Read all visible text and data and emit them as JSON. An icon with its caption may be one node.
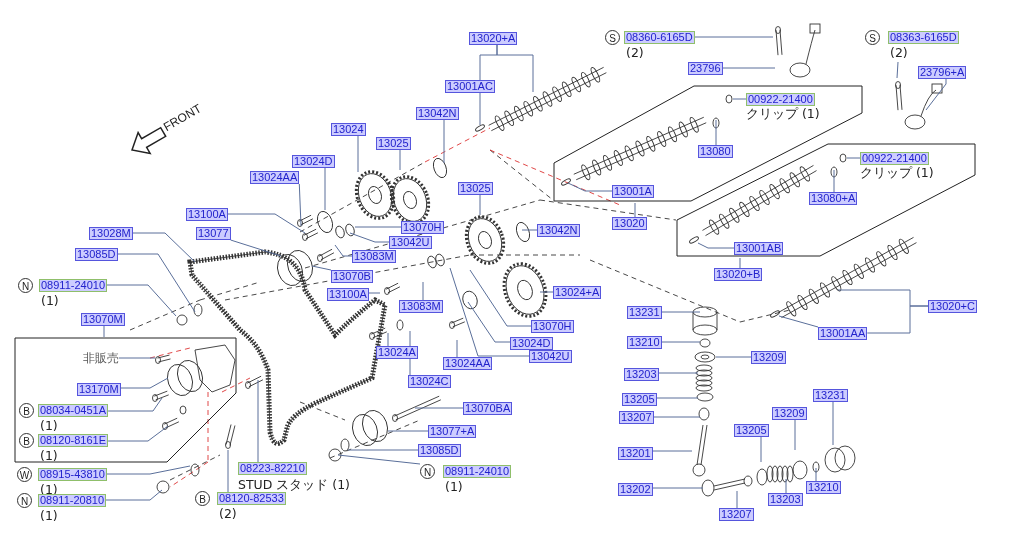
{
  "diagram": {
    "nodes": [
      {
        "text": [
          "13020+A"
        ]
      },
      {
        "text": [
          "13001AC"
        ]
      },
      {
        "text": [
          "S"
        ]
      },
      {
        "text": [
          "08360-6165D"
        ],
        "beside": [
          "(2)"
        ]
      },
      {
        "text": [
          "23796"
        ]
      },
      {
        "text": [
          "S"
        ]
      },
      {
        "text": [
          "08363-6165D"
        ],
        "beside": [
          "(2)"
        ]
      },
      {
        "text": [
          "23796+A"
        ]
      },
      {
        "text": [
          "13042N"
        ]
      },
      {
        "text": [
          "13024"
        ]
      },
      {
        "text": [
          "13025"
        ]
      },
      {
        "text": [],
        "shape": "box"
      },
      {
        "text": [
          "00922-21400"
        ],
        "beside": [
          "クリップ (1)"
        ],
        "in": 11
      },
      {
        "text": [
          "13080"
        ],
        "in": 11
      },
      {
        "text": [
          "13001A"
        ],
        "in": 11
      },
      {
        "text": [
          "13020"
        ]
      },
      {
        "text": [
          "13024D"
        ]
      },
      {
        "text": [
          "13024AA"
        ]
      },
      {
        "text": [
          "13025"
        ]
      },
      {
        "text": [
          "13100A"
        ]
      },
      {
        "text": [
          "13077"
        ]
      },
      {
        "text": [
          "13070H"
        ]
      },
      {
        "text": [
          "13042U"
        ]
      },
      {
        "text": [
          "13083M"
        ]
      },
      {
        "text": [
          "13028M"
        ]
      },
      {
        "text": [
          "13085D"
        ]
      },
      {
        "text": [
          "13042N"
        ]
      },
      {
        "text": [],
        "shape": "box"
      },
      {
        "text": [
          "00922-21400"
        ],
        "beside": [
          "クリップ (1)"
        ],
        "in": 27
      },
      {
        "text": [
          "13080+A"
        ],
        "in": 27
      },
      {
        "text": [
          "13001AB"
        ],
        "in": 27
      },
      {
        "text": [
          "13020+B"
        ]
      },
      {
        "text": [
          "13070B"
        ]
      },
      {
        "text": [
          "13100A"
        ]
      },
      {
        "text": [
          "13083M"
        ]
      },
      {
        "text": [
          "13024+A"
        ]
      },
      {
        "text": [
          "N"
        ]
      },
      {
        "text": [
          "08911-24010"
        ],
        "beside": [
          "(1)"
        ]
      },
      {
        "text": [
          "13070M"
        ]
      },
      {
        "text": [],
        "shape": "box"
      },
      {
        "text": [
          "非販売"
        ],
        "in": 39
      },
      {
        "text": [
          "13170M"
        ],
        "in": 39
      },
      {
        "text": [
          "B"
        ],
        "in": 39
      },
      {
        "text": [
          "08034-0451A"
        ],
        "beside": [
          "(1)"
        ],
        "in": 39
      },
      {
        "text": [
          "B"
        ],
        "in": 39
      },
      {
        "text": [
          "08120-8161E"
        ],
        "beside": [
          "(1)"
        ],
        "in": 39
      },
      {
        "text": [
          "13024A"
        ]
      },
      {
        "text": [
          "13024AA"
        ]
      },
      {
        "text": [
          "13024C"
        ]
      },
      {
        "text": [
          "13070H"
        ]
      },
      {
        "text": [
          "13024D"
        ]
      },
      {
        "text": [
          "13042U"
        ]
      },
      {
        "text": [
          "13231"
        ]
      },
      {
        "text": [
          "13210"
        ]
      },
      {
        "text": [
          "13209"
        ]
      },
      {
        "text": [
          "13203"
        ]
      },
      {
        "text": [
          "13205"
        ]
      },
      {
        "text": [
          "13207"
        ]
      },
      {
        "text": [
          "13201"
        ]
      },
      {
        "text": [
          "13202"
        ]
      },
      {
        "text": [
          "13231"
        ]
      },
      {
        "text": [
          "13209"
        ]
      },
      {
        "text": [
          "13205"
        ]
      },
      {
        "text": [
          "13210"
        ]
      },
      {
        "text": [
          "13203"
        ]
      },
      {
        "text": [
          "13207"
        ]
      },
      {
        "text": [
          "13020+C"
        ]
      },
      {
        "text": [
          "13001AA"
        ]
      },
      {
        "text": [
          "13070BA"
        ]
      },
      {
        "text": [
          "13077+A"
        ]
      },
      {
        "text": [
          "13085D"
        ]
      },
      {
        "text": [
          "N"
        ]
      },
      {
        "text": [
          "08911-24010"
        ],
        "beside": [
          "(1)"
        ]
      },
      {
        "text": [
          "W"
        ]
      },
      {
        "text": [
          "08915-43810"
        ],
        "beside": [
          "(1)"
        ]
      },
      {
        "text": [
          "N"
        ]
      },
      {
        "text": [
          "08911-20810"
        ],
        "beside": [
          "(1)"
        ]
      },
      {
        "text": [
          "08223-82210"
        ],
        "beside": [
          "STUD スタッド (1)"
        ]
      },
      {
        "text": [
          "B"
        ]
      },
      {
        "text": [
          "08120-82533"
        ],
        "beside": [
          "(2)"
        ]
      }
    ],
    "edges": [
      {
        "from": 0,
        "to": 1,
        "arrow": "none"
      },
      {
        "from": 0,
        "to": null,
        "arrow": "none"
      },
      {
        "from": 1,
        "to": null,
        "arrow": "none"
      },
      {
        "from": 3,
        "to": null,
        "arrow": "none"
      },
      {
        "from": 4,
        "to": null,
        "arrow": "none"
      },
      {
        "from": 6,
        "to": null,
        "arrow": "none"
      },
      {
        "from": 7,
        "to": null,
        "arrow": "none"
      },
      {
        "from": 8,
        "to": null,
        "arrow": "none"
      },
      {
        "from": 9,
        "to": null,
        "arrow": "none"
      },
      {
        "from": 10,
        "to": null,
        "arrow": "none"
      },
      {
        "from": 15,
        "to": 11,
        "arrow": "none"
      },
      {
        "from": 12,
        "to": null,
        "arrow": "none"
      },
      {
        "from": 13,
        "to": null,
        "arrow": "none"
      },
      {
        "from": 14,
        "to": null,
        "arrow": "none"
      },
      {
        "from": 16,
        "to": null,
        "arrow": "none"
      },
      {
        "from": 17,
        "to": null,
        "arrow": "none"
      },
      {
        "from": 18,
        "to": null,
        "arrow": "none"
      },
      {
        "from": 19,
        "to": null,
        "arrow": "none"
      },
      {
        "from": 20,
        "to": null,
        "arrow": "none"
      },
      {
        "from": 21,
        "to": null,
        "arrow": "none"
      },
      {
        "from": 22,
        "to": null,
        "arrow": "none"
      },
      {
        "from": 23,
        "to": null,
        "arrow": "none"
      },
      {
        "from": 24,
        "to": null,
        "arrow": "none"
      },
      {
        "from": 25,
        "to": null,
        "arrow": "none"
      },
      {
        "from": 26,
        "to": null,
        "arrow": "none"
      },
      {
        "from": 31,
        "to": 27,
        "arrow": "none"
      },
      {
        "from": 28,
        "to": null,
        "arrow": "none"
      },
      {
        "from": 29,
        "to": null,
        "arrow": "none"
      },
      {
        "from": 30,
        "to": null,
        "arrow": "none"
      },
      {
        "from": 32,
        "to": null,
        "arrow": "none"
      },
      {
        "from": 33,
        "to": null,
        "arrow": "none"
      },
      {
        "from": 34,
        "to": null,
        "arrow": "none"
      },
      {
        "from": 35,
        "to": null,
        "arrow": "none"
      },
      {
        "from": 37,
        "to": null,
        "arrow": "none"
      },
      {
        "from": 38,
        "to": 39,
        "arrow": "none"
      },
      {
        "from": 40,
        "to": null,
        "arrow": "none"
      },
      {
        "from": 41,
        "to": null,
        "arrow": "none"
      },
      {
        "from": 43,
        "to": null,
        "arrow": "none"
      },
      {
        "from": 45,
        "to": null,
        "arrow": "none"
      },
      {
        "from": 46,
        "to": null,
        "arrow": "none"
      },
      {
        "from": 47,
        "to": null,
        "arrow": "none"
      },
      {
        "from": 48,
        "to": null,
        "arrow": "none"
      },
      {
        "from": 49,
        "to": null,
        "arrow": "none"
      },
      {
        "from": 50,
        "to": null,
        "arrow": "none"
      },
      {
        "from": 51,
        "to": null,
        "arrow": "none"
      },
      {
        "from": 52,
        "to": null,
        "arrow": "none"
      },
      {
        "from": 53,
        "to": null,
        "arrow": "none"
      },
      {
        "from": 54,
        "to": null,
        "arrow": "none"
      },
      {
        "from": 55,
        "to": null,
        "arrow": "none"
      },
      {
        "from": 56,
        "to": null,
        "arrow": "none"
      },
      {
        "from": 57,
        "to": null,
        "arrow": "none"
      },
      {
        "from": 58,
        "to": null,
        "arrow": "none"
      },
      {
        "from": 59,
        "to": null,
        "arrow": "none"
      },
      {
        "from": 60,
        "to": null,
        "arrow": "none"
      },
      {
        "from": 61,
        "to": null,
        "arrow": "none"
      },
      {
        "from": 62,
        "to": null,
        "arrow": "none"
      },
      {
        "from": 63,
        "to": null,
        "arrow": "none"
      },
      {
        "from": 64,
        "to": null,
        "arrow": "none"
      },
      {
        "from": 65,
        "to": null,
        "arrow": "none"
      },
      {
        "from": 66,
        "to": 67,
        "arrow": "none"
      },
      {
        "from": 66,
        "to": null,
        "arrow": "none"
      },
      {
        "from": 67,
        "to": null,
        "arrow": "none"
      },
      {
        "from": 68,
        "to": null,
        "arrow": "none"
      },
      {
        "from": 69,
        "to": null,
        "arrow": "none"
      },
      {
        "from": 70,
        "to": null,
        "arrow": "none"
      },
      {
        "from": 71,
        "to": null,
        "arrow": "none"
      },
      {
        "from": 74,
        "to": null,
        "arrow": "none"
      },
      {
        "from": 76,
        "to": null,
        "arrow": "none"
      },
      {
        "from": 77,
        "to": null,
        "arrow": "none"
      },
      {
        "from": 79,
        "to": null,
        "arrow": "none"
      }
    ],
    "labels": [
      "FRONT"
    ]
  }
}
